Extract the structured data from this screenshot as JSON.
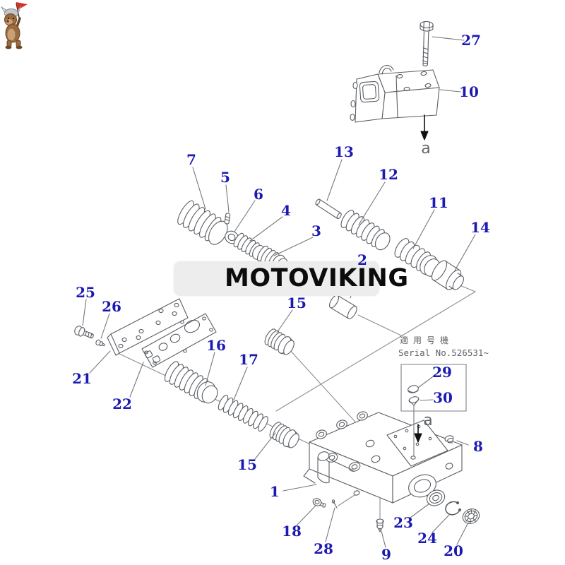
{
  "diagram": {
    "type": "exploded-parts-diagram",
    "background": "#ffffff"
  },
  "watermark": {
    "brand": "MOTOVIKING",
    "mascot_icon": "viking-dog-mascot",
    "band_color": "#ededed",
    "text_color": "#0c0c0c",
    "flag_color": "#d93025"
  },
  "serial_note": {
    "japanese": "適用号機",
    "english": "Serial No.526531~"
  },
  "markers": {
    "a_top": "a",
    "a_bottom": "a"
  },
  "colors": {
    "callout_text": "#1c1ab0",
    "line_art": "#5a5e63",
    "leader_line": "#777b80",
    "arrow": "#101010"
  },
  "callouts": {
    "c27": "27",
    "c10": "10",
    "c7": "7",
    "c5": "5",
    "c6": "6",
    "c4": "4",
    "c3": "3",
    "c13": "13",
    "c12": "12",
    "c11": "11",
    "c14": "14",
    "c2": "2",
    "c15a": "15",
    "c15b": "15",
    "c25": "25",
    "c26": "26",
    "c21": "21",
    "c22": "22",
    "c16": "16",
    "c17": "17",
    "c29": "29",
    "c30": "30",
    "c8": "8",
    "c1": "1",
    "c18": "18",
    "c28": "28",
    "c9": "9",
    "c23": "23",
    "c24": "24",
    "c20": "20"
  }
}
